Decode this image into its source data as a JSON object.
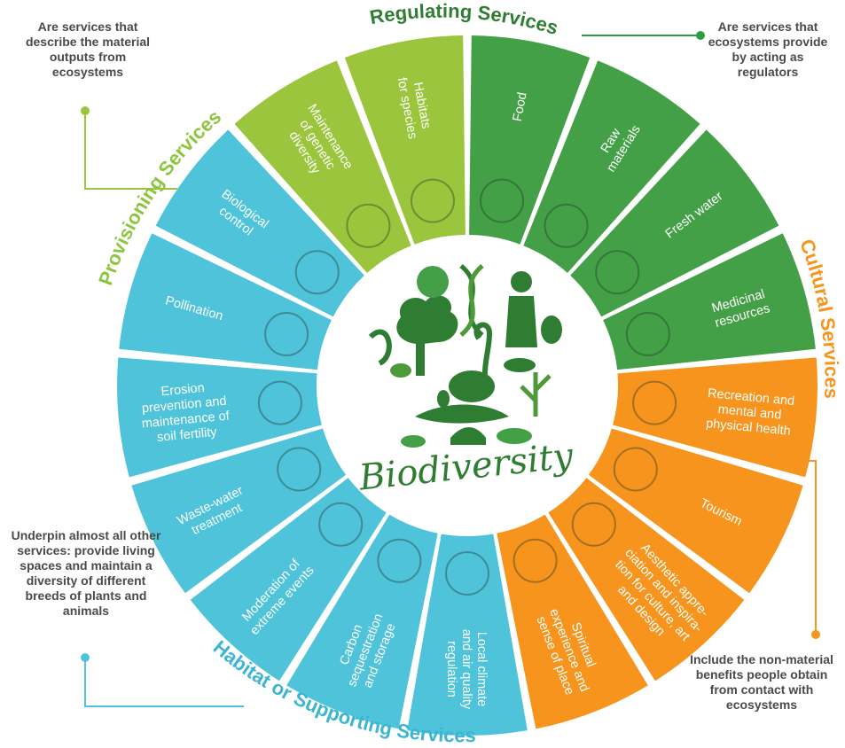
{
  "center": {
    "title": "Biodiversity"
  },
  "colors": {
    "provisioning": "#9bc53d",
    "regulating": "#43a047",
    "cultural": "#f7941d",
    "supporting": "#4fc3d9",
    "dark_green": "#2e7d32"
  },
  "categories": {
    "regulating": {
      "title": "Regulating Services",
      "note": "Are services that ecosystems provide by acting as regulators",
      "note_lines": [
        "Are services",
        "that ecosystems",
        "provide by acting",
        "as regulators"
      ]
    },
    "provisioning": {
      "title": "Provisioning Services",
      "note": "Are services that describe the material outputs from ecosystems",
      "note_lines": [
        "Are services that",
        "describe the",
        "material outputs",
        "from ecosystems"
      ]
    },
    "cultural": {
      "title": "Cultural Services",
      "note": "Include the non-material benefits people obtain from contact with ecosystems",
      "note_lines": [
        "Include the non-material",
        "benefits people obtain",
        "from contact with",
        "ecosystems"
      ]
    },
    "supporting": {
      "title": "Habitat or Supporting Services",
      "note": "Underpin almost all other services: provide living spaces and maintain a diversity of different breeds of plants and animals",
      "note_lines": [
        "Underpin almost all",
        "other services: provide",
        "living spaces and",
        "maintain a diversity",
        "of different breeds of",
        "plants and animals"
      ]
    }
  },
  "segments": [
    {
      "id": "food",
      "category": "regulating",
      "lines": [
        "Food"
      ],
      "icon": "wheat-fish-icon"
    },
    {
      "id": "raw-materials",
      "category": "regulating",
      "lines": [
        "Raw",
        "materials"
      ],
      "icon": "logs-icon"
    },
    {
      "id": "fresh-water",
      "category": "regulating",
      "lines": [
        "Fresh water"
      ],
      "icon": "tap-water-icon"
    },
    {
      "id": "medicinal-resources",
      "category": "regulating",
      "lines": [
        "Medicinal",
        "resources"
      ],
      "icon": "caduceus-icon"
    },
    {
      "id": "recreation",
      "category": "cultural",
      "lines": [
        "Recreation and",
        "mental and",
        "physical health"
      ],
      "icon": "hikers-icon"
    },
    {
      "id": "tourism",
      "category": "cultural",
      "lines": [
        "Tourism"
      ],
      "icon": "tourist-icon"
    },
    {
      "id": "aesthetic",
      "category": "cultural",
      "lines": [
        "Aesthetic appre-",
        "ciation and inspira-",
        "tion for culture, art",
        "and design"
      ],
      "icon": "spiral-art-icon"
    },
    {
      "id": "spiritual",
      "category": "cultural",
      "lines": [
        "Spiritual",
        "experience and",
        "sense of place"
      ],
      "icon": "meditation-icon"
    },
    {
      "id": "local-climate",
      "category": "supporting",
      "lines": [
        "Local climate",
        "and air quality",
        "regulation"
      ],
      "icon": "tree-cloud-icon"
    },
    {
      "id": "carbon",
      "category": "supporting",
      "lines": [
        "Carbon",
        "sequestration",
        "and storage"
      ],
      "icon": "co2-icon"
    },
    {
      "id": "extreme-events",
      "category": "supporting",
      "lines": [
        "Moderation of",
        "extreme events"
      ],
      "icon": "wave-icon"
    },
    {
      "id": "waste-water",
      "category": "supporting",
      "lines": [
        "Waste-water",
        "treatment"
      ],
      "icon": "water-filter-icon"
    },
    {
      "id": "erosion",
      "category": "supporting",
      "lines": [
        "Erosion",
        "prevention and",
        "maintenance of",
        "soil fertility"
      ],
      "icon": "soil-tree-icon"
    },
    {
      "id": "pollination",
      "category": "supporting",
      "lines": [
        "Pollination"
      ],
      "icon": "flower-bee-icon"
    },
    {
      "id": "biological-control",
      "category": "supporting",
      "lines": [
        "Biological",
        "control"
      ],
      "icon": "bird-insect-icon"
    },
    {
      "id": "genetic-diversity",
      "category": "provisioning",
      "lines": [
        "Maintenance",
        "of genetic",
        "diversity"
      ],
      "icon": "dna-icon"
    },
    {
      "id": "habitats",
      "category": "provisioning",
      "lines": [
        "Habitats",
        "for species"
      ],
      "icon": "bird-nest-icon"
    }
  ]
}
